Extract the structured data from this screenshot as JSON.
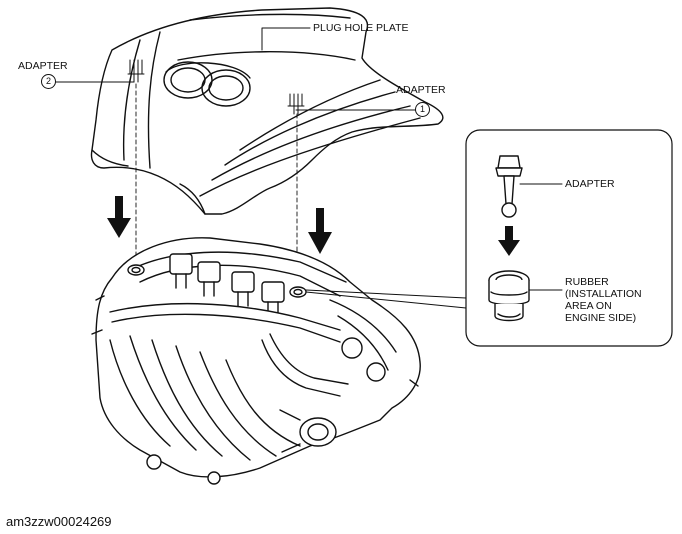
{
  "labels": {
    "plug_hole_plate": "PLUG HOLE PLATE",
    "adapter_left": "ADAPTER",
    "adapter_right": "ADAPTER",
    "adapter_inset": "ADAPTER",
    "rubber": "RUBBER\n(INSTALLATION\nAREA ON\nENGINE SIDE)"
  },
  "callouts": {
    "left": "2",
    "right": "1"
  },
  "footer_id": "am3zzw00024269"
}
